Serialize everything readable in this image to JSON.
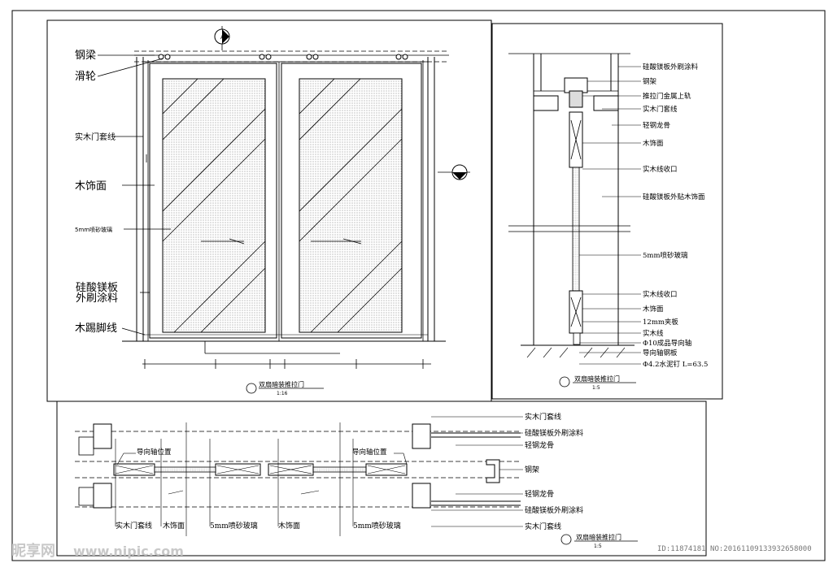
{
  "elevation": {
    "labels": {
      "beam": "钢梁",
      "pulley": "滑轮",
      "frame": "实木门套线",
      "wood_face": "木饰面",
      "glass": "5mm喷砂玻璃",
      "board_line1": "硅酸镁板",
      "board_line2": "外刷涂料",
      "skirting": "木踢脚线"
    },
    "title": "双扇暗装推拉门",
    "scale": "1:16"
  },
  "section": {
    "labels": [
      "硅酸镁板外刷涂料",
      "钢架",
      "推拉门金属上轨",
      "实木门套线",
      "轻钢龙骨",
      "木饰面",
      "实木线收口",
      "硅酸镁板外贴木饰面",
      "5mm喷砂玻璃",
      "实木线收口",
      "木饰面",
      "12mm夹板",
      "实木线",
      "Φ10成品导向轴",
      "导向轴钢板",
      "Φ4.2水泥钉  L=63.5"
    ],
    "title": "双扇暗装推拉门",
    "scale": "1:5"
  },
  "plan": {
    "guide_left": "导向轴位置",
    "guide_right": "导向轴位置",
    "right_labels": [
      "实木门套线",
      "硅酸镁板外刷涂料",
      "轻钢龙骨",
      "钢架",
      "轻钢龙骨",
      "硅酸镁板外刷涂料",
      "实木门套线"
    ],
    "bottom_labels": [
      "实木门套线",
      "木饰面",
      "5mm喷砂玻璃",
      "木饰面",
      "5mm喷砂玻璃"
    ],
    "title": "双扇暗装推拉门",
    "scale": "1:5"
  },
  "watermark": {
    "logo": "昵享网",
    "url": "www.nipic.com",
    "id": "ID:11874181 NO:20161109133932658000"
  }
}
